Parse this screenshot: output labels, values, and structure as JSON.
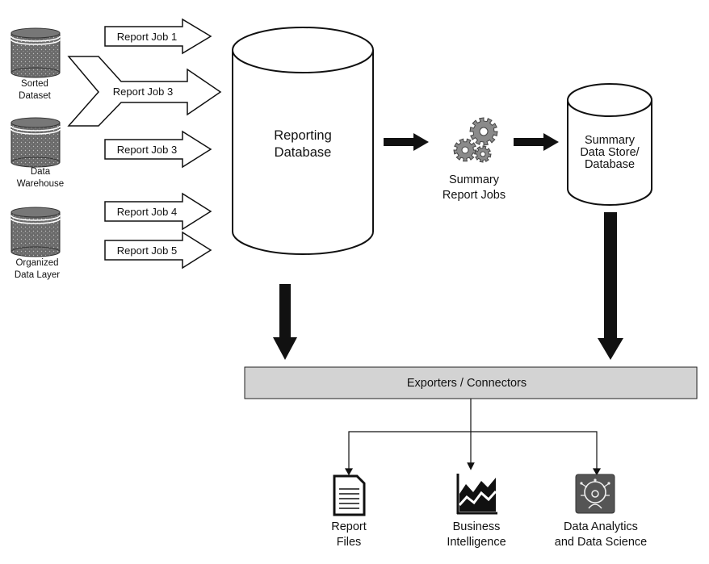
{
  "sources": [
    {
      "line1": "Sorted",
      "line2": "Dataset"
    },
    {
      "line1": "Data",
      "line2": "Warehouse"
    },
    {
      "line1": "Organized",
      "line2": "Data Layer"
    }
  ],
  "report_jobs": [
    "Report Job 1",
    "Report Job 3",
    "Report Job 3",
    "Report Job 4",
    "Report Job 5"
  ],
  "reporting_db": {
    "line1": "Reporting",
    "line2": "Database"
  },
  "summary_jobs": {
    "line1": "Summary",
    "line2": "Report Jobs"
  },
  "summary_store": {
    "line1": "Summary",
    "line2": "Data Store/",
    "line3": "Database"
  },
  "exporters": "Exporters / Connectors",
  "outputs": [
    {
      "line1": "Report",
      "line2": "Files"
    },
    {
      "line1": "Business",
      "line2": "Intelligence"
    },
    {
      "line1": "Data Analytics",
      "line2": "and Data Science"
    }
  ],
  "icons": [
    "database-icon",
    "gears-icon",
    "document-icon",
    "chart-icon",
    "ai-brain-icon"
  ]
}
